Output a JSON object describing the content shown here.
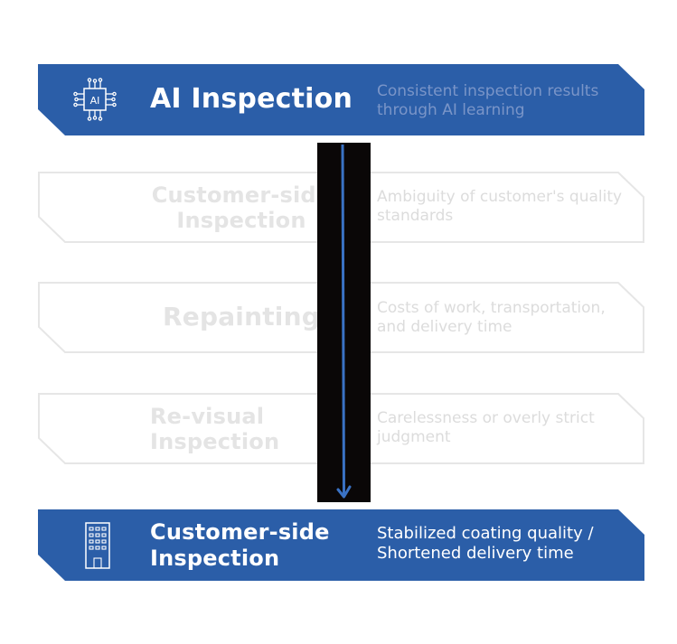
{
  "colors": {
    "accent": "#2b5ea8",
    "ghost_outline": "#e6e6e6",
    "bar": "#0a0707",
    "arrow": "#3a72c4"
  },
  "steps": [
    {
      "title": "AI Inspection",
      "description": "Consistent inspection results through AI learning",
      "icon": "ai-chip-icon",
      "icon_text": "AI",
      "state": "active"
    },
    {
      "title": "Customer-side Inspection",
      "description": "Ambiguity of customer's quality standards",
      "state": "faded"
    },
    {
      "title": "Repainting",
      "description": "Costs of work, transportation, and delivery time",
      "state": "faded"
    },
    {
      "title": "Re-visual Inspection",
      "description": "Carelessness or overly strict judgment",
      "state": "faded"
    },
    {
      "title": "Customer-side Inspection",
      "description": "Stabilized coating quality / Shortened delivery time",
      "icon": "building-icon",
      "state": "active"
    }
  ]
}
